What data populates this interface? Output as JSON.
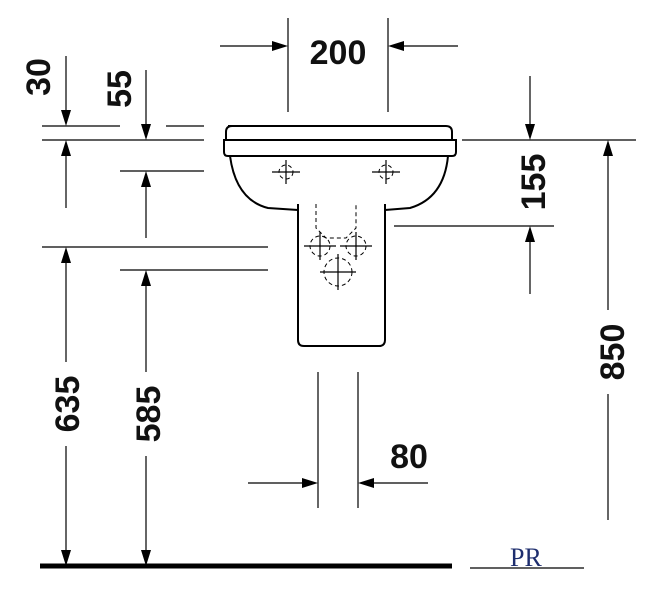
{
  "dimensions": {
    "width_top": "200",
    "rim_thickness": "30",
    "rim_offset": "55",
    "overflow_offset": "155",
    "total_height": "850",
    "height_635": "635",
    "height_585": "585",
    "pedestal_width": "80"
  },
  "logo": {
    "text": "PR"
  },
  "colors": {
    "ink": "#000000",
    "logo": "#1e2e6e"
  }
}
